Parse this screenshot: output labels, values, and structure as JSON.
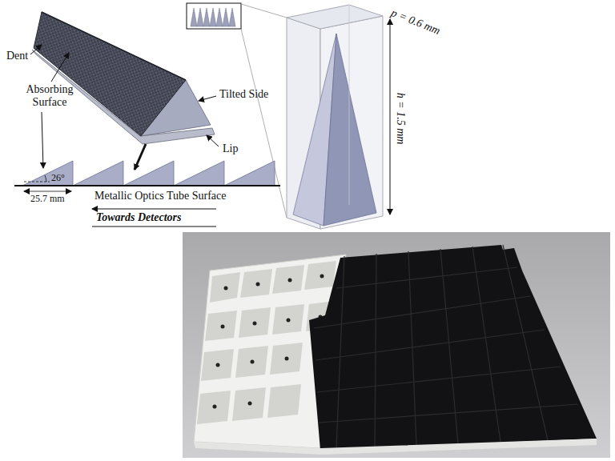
{
  "diagram": {
    "labels": [
      "Dent",
      "Absorbing Surface",
      "Tilted Side",
      "Lip",
      "26°",
      "25.7 mm",
      "Metallic Optics Tube Surface",
      "Towards Detectors",
      "p = 0.6 mm",
      "h = 1.5 mm"
    ]
  }
}
